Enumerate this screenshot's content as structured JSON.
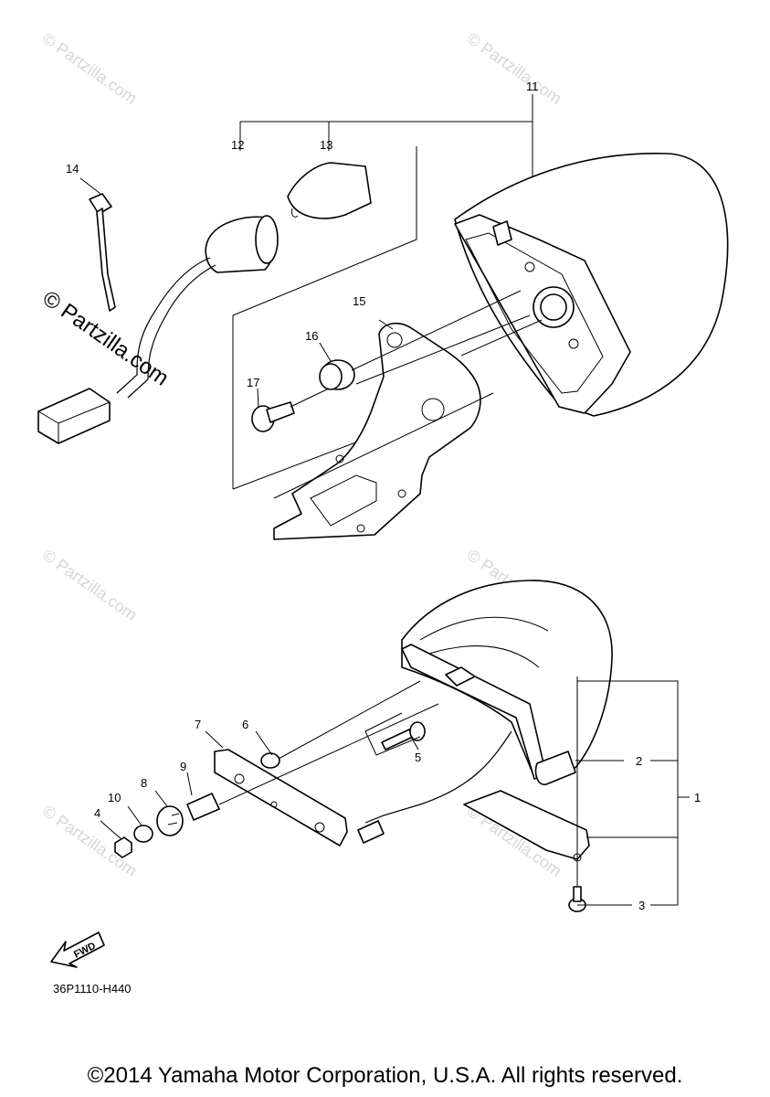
{
  "callouts": {
    "c1": "1",
    "c2": "2",
    "c3": "3",
    "c4": "4",
    "c5": "5",
    "c6": "6",
    "c7": "7",
    "c8": "8",
    "c9": "9",
    "c10": "10",
    "c11": "11",
    "c12": "12",
    "c13": "13",
    "c14": "14",
    "c15": "15",
    "c16": "16",
    "c17": "17"
  },
  "fwd_label": "FWD",
  "watermark_small": "© Partzilla.com",
  "watermark_large": "© Partzilla.com",
  "diagram_code": "36P1110-H440",
  "copyright": "©2014 Yamaha Motor Corporation, U.S.A. All rights reserved."
}
